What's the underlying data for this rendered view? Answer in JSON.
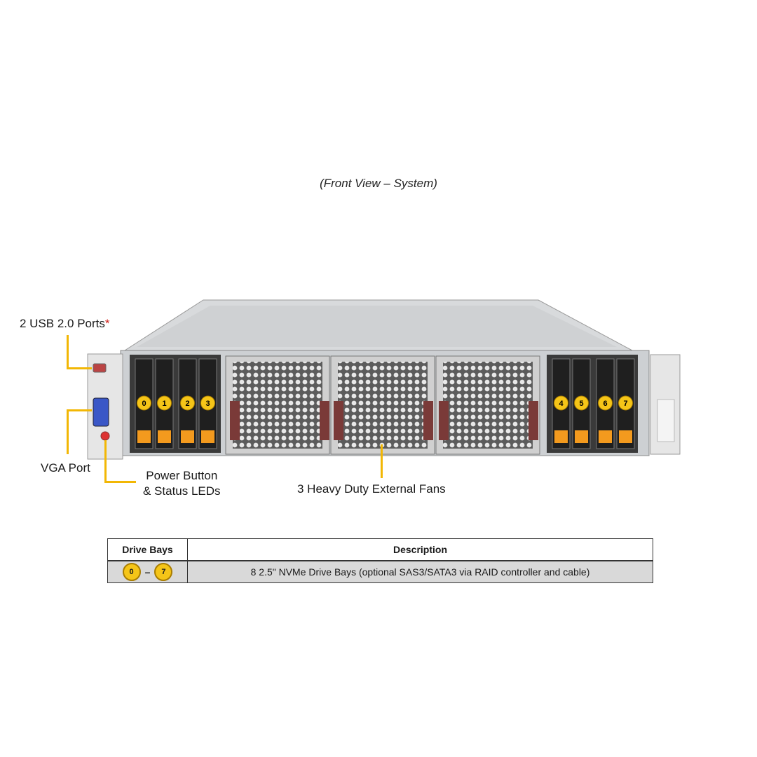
{
  "caption": "(Front View – System)",
  "labels": {
    "usb": "2 USB 2.0 Ports",
    "usb_mark": "*",
    "vga": "VGA Port",
    "power_line1": "Power Button",
    "power_line2": "& Status LEDs",
    "fans": "3 Heavy Duty External Fans"
  },
  "bays": [
    "0",
    "1",
    "2",
    "3",
    "4",
    "5",
    "6",
    "7"
  ],
  "table": {
    "headers": [
      "Drive Bays",
      "Description"
    ],
    "row": {
      "range_start": "0",
      "range_sep": "–",
      "range_end": "7",
      "description": "8 2.5\" NVMe Drive Bays (optional SAS3/SATA3 via RAID controller and cable)"
    }
  },
  "colors": {
    "accent": "#f2b705",
    "badge": "#f5c518",
    "tab": "#f39a1e",
    "fan_tab": "#7a3a38"
  }
}
